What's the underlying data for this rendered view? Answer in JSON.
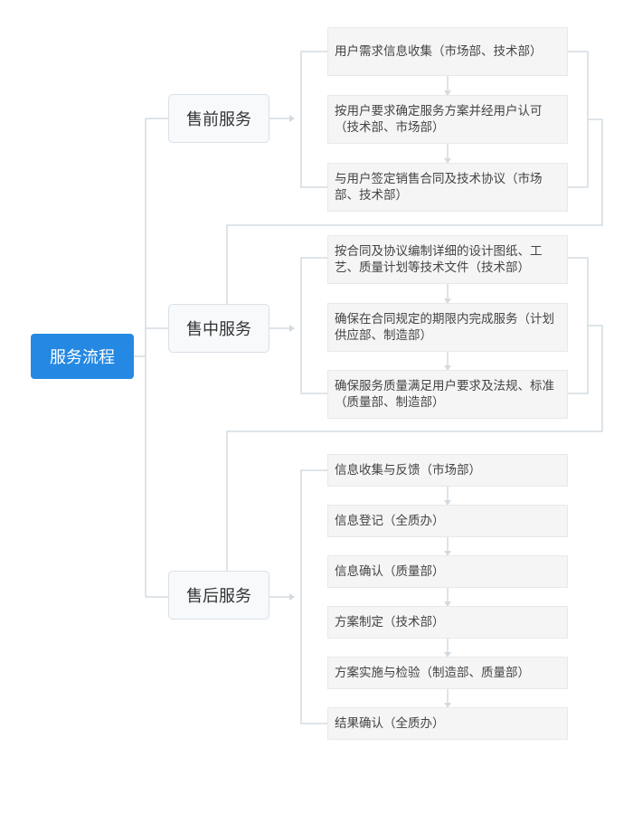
{
  "root": {
    "label": "服务流程"
  },
  "stages": [
    {
      "label": "售前服务",
      "steps": [
        "用户需求信息收集（市场部、技术部）",
        "按用户要求确定服务方案并经用户认可（技术部、市场部）",
        "与用户签定销售合同及技术协议（市场部、技术部）"
      ]
    },
    {
      "label": "售中服务",
      "steps": [
        "按合同及协议编制详细的设计图纸、工艺、质量计划等技术文件（技术部）",
        "确保在合同规定的期限内完成服务（计划供应部、制造部）",
        "确保服务质量满足用户要求及法规、标准（质量部、制造部）"
      ]
    },
    {
      "label": "售后服务",
      "steps": [
        "信息收集与反馈（市场部）",
        "信息登记（全质办）",
        "信息确认（质量部）",
        "方案制定（技术部）",
        "方案实施与检验（制造部、质量部）",
        "结果确认（全质办）"
      ]
    }
  ]
}
